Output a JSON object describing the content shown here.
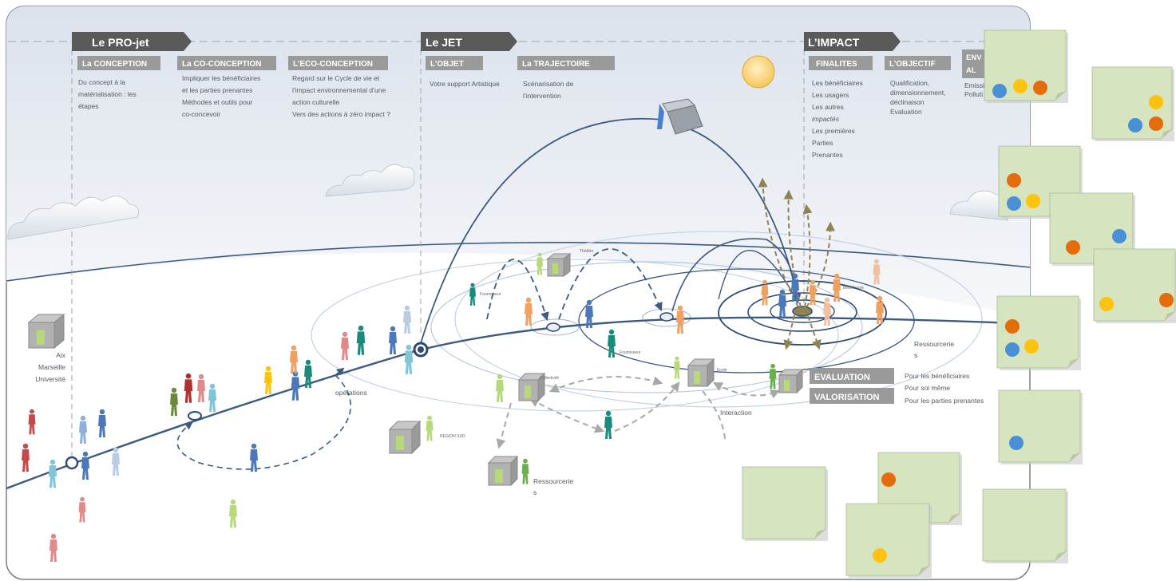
{
  "sections": {
    "projet": "Le PRO-jet",
    "jet": "Le JET",
    "impact": "L’IMPACT"
  },
  "columns": {
    "conception": {
      "title": "La CONCEPTION",
      "lines": [
        "Du concept  à la",
        "matérialisation  : les",
        "étapes"
      ]
    },
    "coconception": {
      "title": "La CO-CONCEPTION",
      "lines": [
        "Impliquer  les bénéficiaires",
        "et les parties  prenantes",
        "Méthodes et outils pour",
        "co-concevoir"
      ]
    },
    "ecoconception": {
      "title": "L’ECO-CONCEPTION",
      "lines": [
        "Regard sur le Cycle de vie et",
        "l’impact environnemental  d’une",
        "action  culturelle",
        "Vers des actions à zéro impact ?"
      ]
    },
    "objet": {
      "title": "L’OBJET",
      "lines": [
        "Votre support  Artistique"
      ]
    },
    "trajectoire": {
      "title": "La TRAJECTOIRE",
      "lines": [
        "Scénarisation  de",
        "l’intervention"
      ]
    },
    "finalites": {
      "title": "FINALITES",
      "lines": [
        "Les bénéficiaires",
        "Les usagers",
        "Les autres",
        "impactés",
        "Les premières",
        "Parties",
        "Prenantes"
      ]
    },
    "objectif": {
      "title": "L’OBJECTIF",
      "lines": [
        "Qualification,",
        "dimensionnement,",
        "déclinaison",
        "Evaluation"
      ]
    },
    "env": {
      "title_lines": [
        "ENV",
        "AL"
      ],
      "lines": [
        "Emissi",
        "Polluti"
      ]
    }
  },
  "labels": {
    "aix": [
      "Aix",
      "Marseille",
      "Université"
    ],
    "theatre": "Théâtre",
    "fournisseur1": "Fournisseur",
    "fournisseur2": "Fournisseur",
    "collectivite": "Collectivité",
    "ecole": "Ecole",
    "region": "REGION SUD",
    "ressourcerie_bottom": [
      "Ressourcerie",
      "s"
    ],
    "ressourcerie_right": [
      "Ressourcerie",
      "s"
    ],
    "operations": "opérations",
    "interaction": "Interaction",
    "beneficiaire": "Bénéficiaire"
  },
  "evaluation": {
    "buttons": [
      "EVALUATION",
      "VALORISATION"
    ],
    "lines": [
      "Pour les bénéficiaires",
      "Pour soi même",
      "Pour les parties  prenantes"
    ]
  },
  "colors": {
    "header_dark": "#5a5a5a",
    "header_light": "#9a9a9a",
    "sky_top": "#dde4ee",
    "sticky": "#d6e4bf",
    "dot_blue": "#4a90d9",
    "dot_yellow": "#ffc20e",
    "dot_orange": "#e46c0a",
    "trajectory": "#3d5a80",
    "sun": "#fcd982"
  },
  "sticky_notes": [
    {
      "dots": [
        "blue",
        "yellow",
        "orange"
      ]
    },
    {
      "dots": [
        "yellow",
        "blue",
        "orange"
      ]
    },
    {
      "dots": [
        "orange",
        "blue",
        "yellow"
      ]
    },
    {
      "dots": [
        "orange",
        "blue"
      ]
    },
    {
      "dots": [
        "yellow",
        "orange"
      ]
    },
    {
      "dots": [
        "orange",
        "blue",
        "yellow"
      ]
    },
    {
      "dots": [
        "blue"
      ]
    },
    {
      "dots": [
        "orange"
      ]
    },
    {
      "dots": []
    },
    {
      "dots": [
        "yellow"
      ]
    },
    {
      "dots": []
    }
  ]
}
